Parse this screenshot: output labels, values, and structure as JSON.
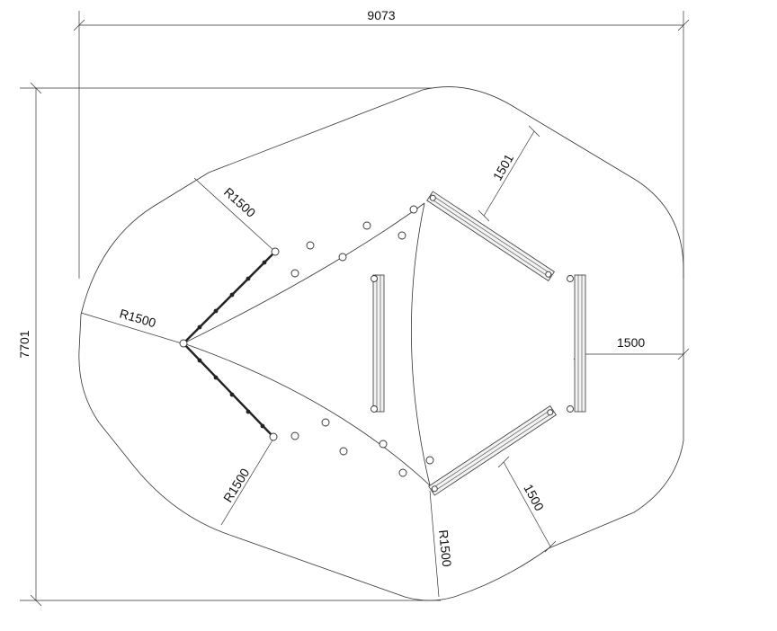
{
  "dimensions": {
    "overall_width": "9073",
    "overall_height": "7701",
    "clearance_top_right": "1501",
    "clearance_right": "1500",
    "clearance_bottom_right": "1500"
  },
  "radii": {
    "upper_left": "R1500",
    "left": "R1500",
    "lower_left": "R1500",
    "bottom": "R1500"
  }
}
